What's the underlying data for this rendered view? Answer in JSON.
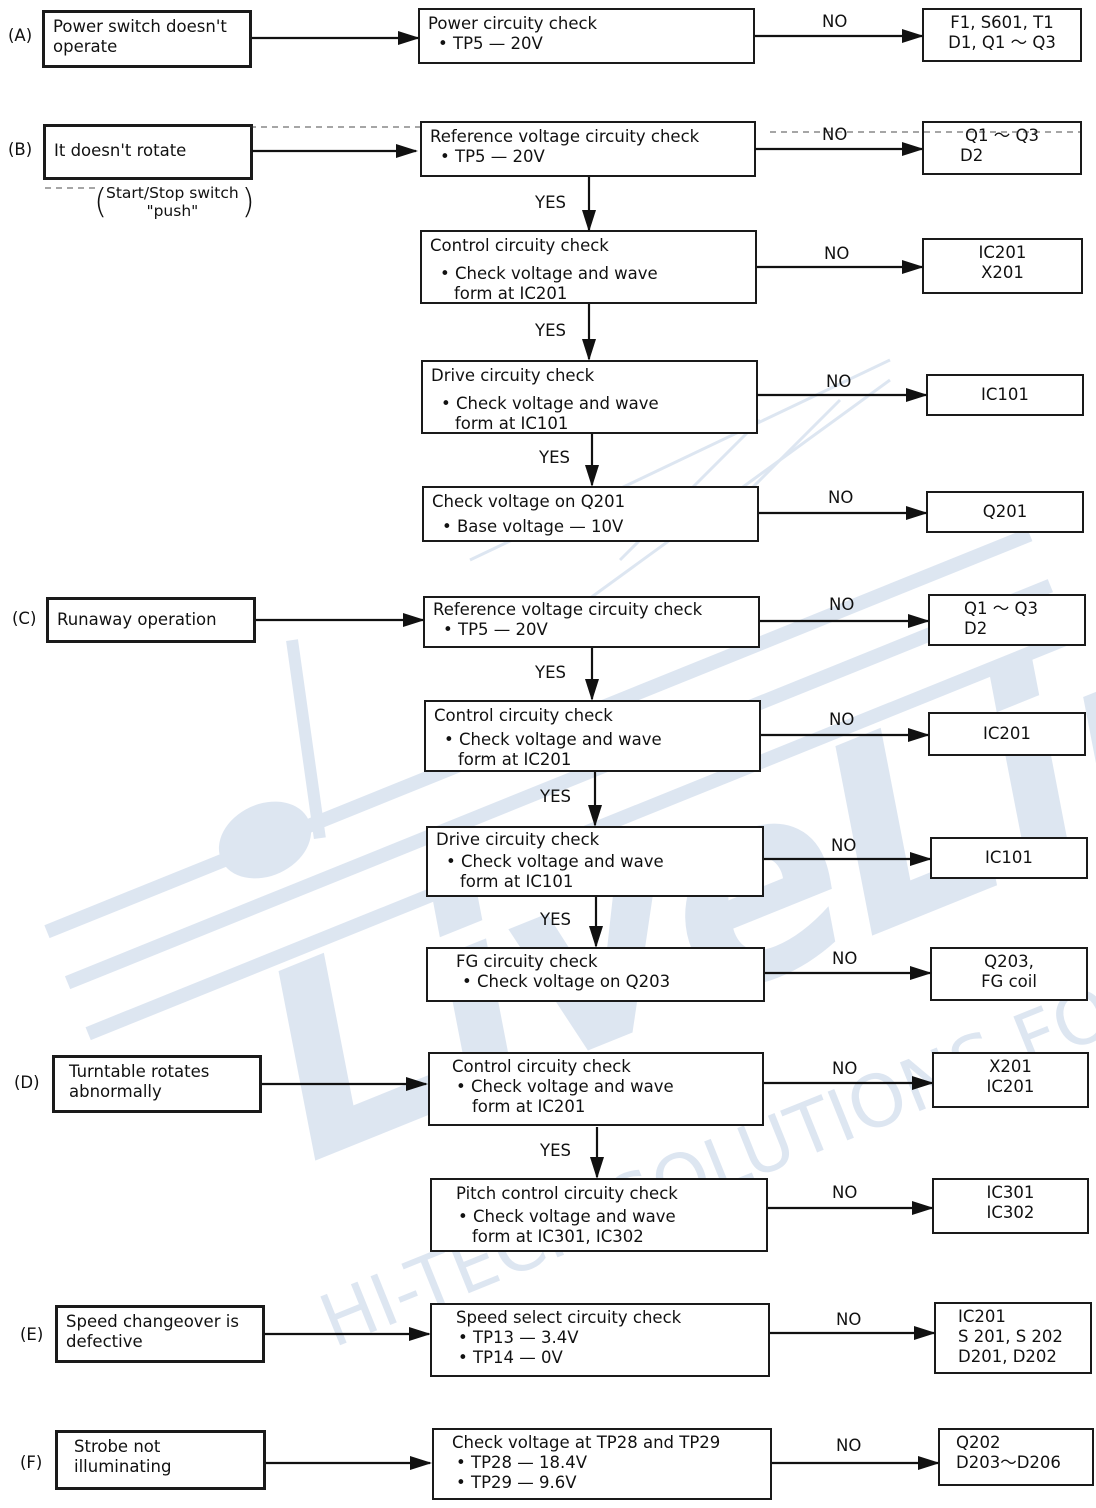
{
  "sections": {
    "A": {
      "label": "(A)",
      "symptom": [
        "Power switch doesn't",
        "operate"
      ],
      "check": {
        "title": "Power circuity check",
        "items": [
          "TP5 — 20V"
        ]
      },
      "no": "NO",
      "result": [
        "F1, S601, T1",
        "D1, Q1 ～ Q3"
      ]
    },
    "B": {
      "label": "(B)",
      "symptom": [
        "It doesn't rotate"
      ],
      "note": [
        "Start/Stop switch",
        "\"push\""
      ],
      "steps": [
        {
          "title": "Reference voltage circuity check",
          "items": [
            "TP5 — 20V"
          ],
          "cont": [],
          "no": "NO",
          "result": [
            "Q1 ～ Q3",
            "D2"
          ],
          "yes": "YES"
        },
        {
          "title": "Control circuity check",
          "items": [
            "Check voltage and wave"
          ],
          "cont": [
            "form at IC201"
          ],
          "no": "NO",
          "result": [
            "IC201",
            "X201"
          ],
          "yes": "YES"
        },
        {
          "title": "Drive circuity check",
          "items": [
            "Check voltage and wave"
          ],
          "cont": [
            "form at IC101"
          ],
          "no": "NO",
          "result": [
            "IC101"
          ],
          "yes": "YES"
        },
        {
          "title": "Check voltage on Q201",
          "items": [
            "Base voltage — 10V"
          ],
          "cont": [],
          "no": "NO",
          "result": [
            "Q201"
          ],
          "yes": ""
        }
      ]
    },
    "C": {
      "label": "(C)",
      "symptom": [
        "Runaway operation"
      ],
      "steps": [
        {
          "title": "Reference voltage circuity check",
          "items": [
            "TP5 — 20V"
          ],
          "cont": [],
          "no": "NO",
          "result": [
            "Q1 ～ Q3",
            "D2"
          ],
          "yes": "YES"
        },
        {
          "title": "Control circuity check",
          "items": [
            "Check voltage and wave"
          ],
          "cont": [
            "form at IC201"
          ],
          "no": "NO",
          "result": [
            "IC201"
          ],
          "yes": "YES"
        },
        {
          "title": "Drive circuity check",
          "items": [
            "Check voltage and wave"
          ],
          "cont": [
            "form at IC101"
          ],
          "no": "NO",
          "result": [
            "IC101"
          ],
          "yes": "YES"
        },
        {
          "title": "FG circuity check",
          "items": [
            "Check voltage on Q203"
          ],
          "cont": [],
          "no": "NO",
          "result": [
            "Q203,",
            "FG coil"
          ],
          "yes": ""
        }
      ]
    },
    "D": {
      "label": "(D)",
      "symptom": [
        "Turntable rotates",
        "abnormally"
      ],
      "steps": [
        {
          "title": "Control circuity check",
          "items": [
            "Check voltage and wave"
          ],
          "cont": [
            "form at IC201"
          ],
          "no": "NO",
          "result": [
            "X201",
            "IC201"
          ],
          "yes": "YES"
        },
        {
          "title": "Pitch control circuity check",
          "items": [
            "Check voltage and wave"
          ],
          "cont": [
            "form at IC301, IC302"
          ],
          "no": "NO",
          "result": [
            "IC301",
            "IC302"
          ],
          "yes": ""
        }
      ]
    },
    "E": {
      "label": "(E)",
      "symptom": [
        "Speed changeover is",
        "defective"
      ],
      "check": {
        "title": "Speed select circuity check",
        "items": [
          "TP13 — 3.4V",
          "TP14 — 0V"
        ]
      },
      "no": "NO",
      "result": [
        "IC201",
        "S 201, S 202",
        "D201, D202"
      ]
    },
    "F": {
      "label": "(F)",
      "symptom": [
        "Strobe not",
        "illuminating"
      ],
      "check": {
        "title": "Check voltage at TP28 and TP29",
        "items": [
          "TP28 — 18.4V",
          "TP29 — 9.6V"
        ]
      },
      "no": "NO",
      "result": [
        "Q202",
        "D203～D206"
      ]
    }
  },
  "watermark": {
    "brand": "LiveLine",
    "tagline": "HI-TECH SOLUTIONS FOR ALL EVENTS"
  }
}
